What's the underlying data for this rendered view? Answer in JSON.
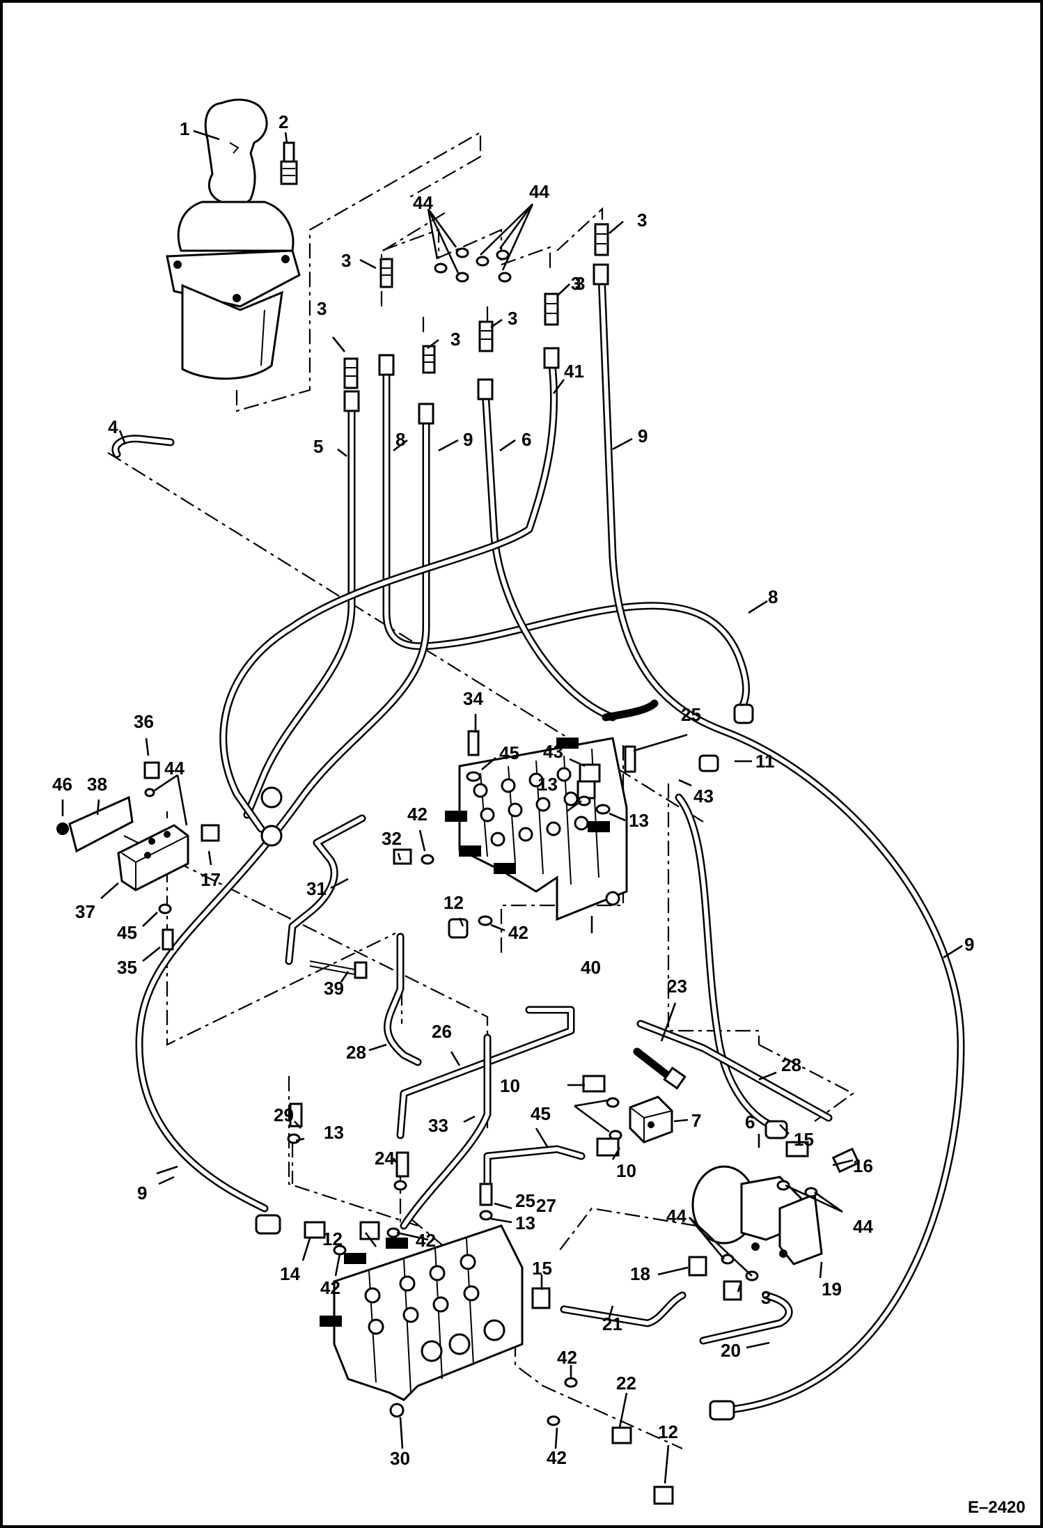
{
  "figure": {
    "drawing_id": "E–2420"
  },
  "callouts": [
    "1",
    "2",
    "3",
    "3",
    "3",
    "3",
    "3",
    "3",
    "3",
    "44",
    "44",
    "4",
    "5",
    "8",
    "9",
    "6",
    "41",
    "9",
    "8",
    "34",
    "45",
    "25",
    "43",
    "11",
    "43",
    "13",
    "13",
    "36",
    "44",
    "46",
    "38",
    "42",
    "32",
    "17",
    "37",
    "45",
    "35",
    "31",
    "12",
    "42",
    "40",
    "39",
    "9",
    "23",
    "28",
    "26",
    "10",
    "45",
    "7",
    "28",
    "6",
    "29",
    "13",
    "24",
    "33",
    "15",
    "16",
    "10",
    "27",
    "9",
    "25",
    "13",
    "44",
    "44",
    "12",
    "42",
    "14",
    "42",
    "15",
    "18",
    "19",
    "3",
    "21",
    "20",
    "42",
    "22",
    "12",
    "42",
    "30"
  ]
}
